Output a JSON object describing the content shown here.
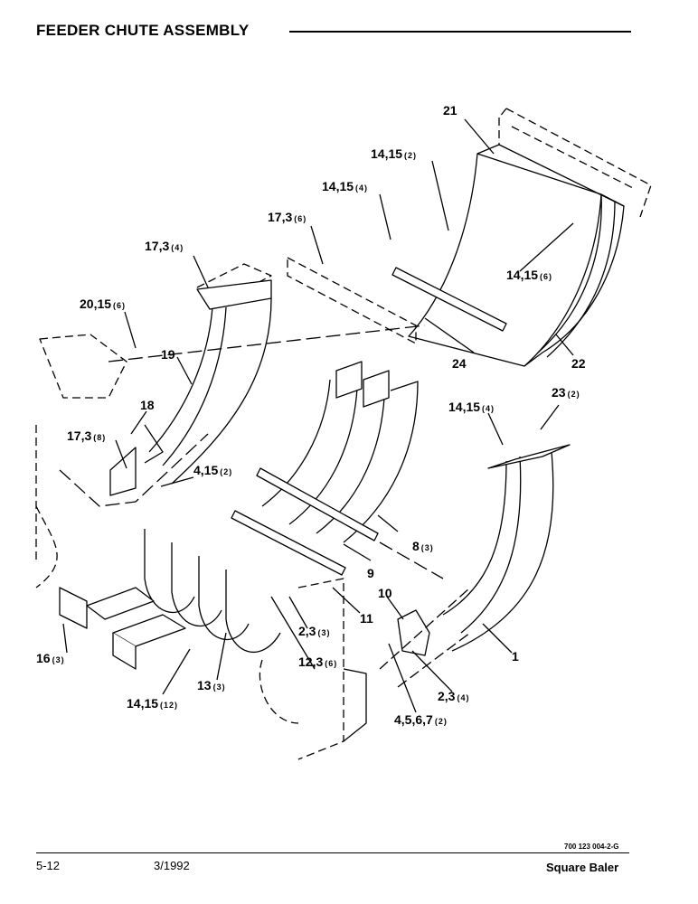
{
  "header": {
    "title": "FEEDER CHUTE ASSEMBLY"
  },
  "callouts": [
    {
      "label": "21",
      "qty": ""
    },
    {
      "label": "14,15",
      "qty": "(2)"
    },
    {
      "label": "14,15",
      "qty": "(4)"
    },
    {
      "label": "17,3",
      "qty": "(6)"
    },
    {
      "label": "17,3",
      "qty": "(4)"
    },
    {
      "label": "20,15",
      "qty": "(6)"
    },
    {
      "label": "14,15",
      "qty": "(6)"
    },
    {
      "label": "19",
      "qty": ""
    },
    {
      "label": "24",
      "qty": ""
    },
    {
      "label": "22",
      "qty": ""
    },
    {
      "label": "18",
      "qty": ""
    },
    {
      "label": "14,15",
      "qty": "(4)"
    },
    {
      "label": "23",
      "qty": "(2)"
    },
    {
      "label": "17,3",
      "qty": "(8)"
    },
    {
      "label": "4,15",
      "qty": "(2)"
    },
    {
      "label": "8",
      "qty": "(3)"
    },
    {
      "label": "9",
      "qty": ""
    },
    {
      "label": "10",
      "qty": ""
    },
    {
      "label": "11",
      "qty": ""
    },
    {
      "label": "2,3",
      "qty": "(3)"
    },
    {
      "label": "16",
      "qty": "(3)"
    },
    {
      "label": "12,3",
      "qty": "(6)"
    },
    {
      "label": "1",
      "qty": ""
    },
    {
      "label": "13",
      "qty": "(3)"
    },
    {
      "label": "2,3",
      "qty": "(4)"
    },
    {
      "label": "14,15",
      "qty": "(12)"
    },
    {
      "label": "4,5,6,7",
      "qty": "(2)"
    }
  ],
  "footer": {
    "doc_number": "700 123 004-2-G",
    "page": "5-12",
    "date": "3/1992",
    "product": "Square Baler"
  }
}
